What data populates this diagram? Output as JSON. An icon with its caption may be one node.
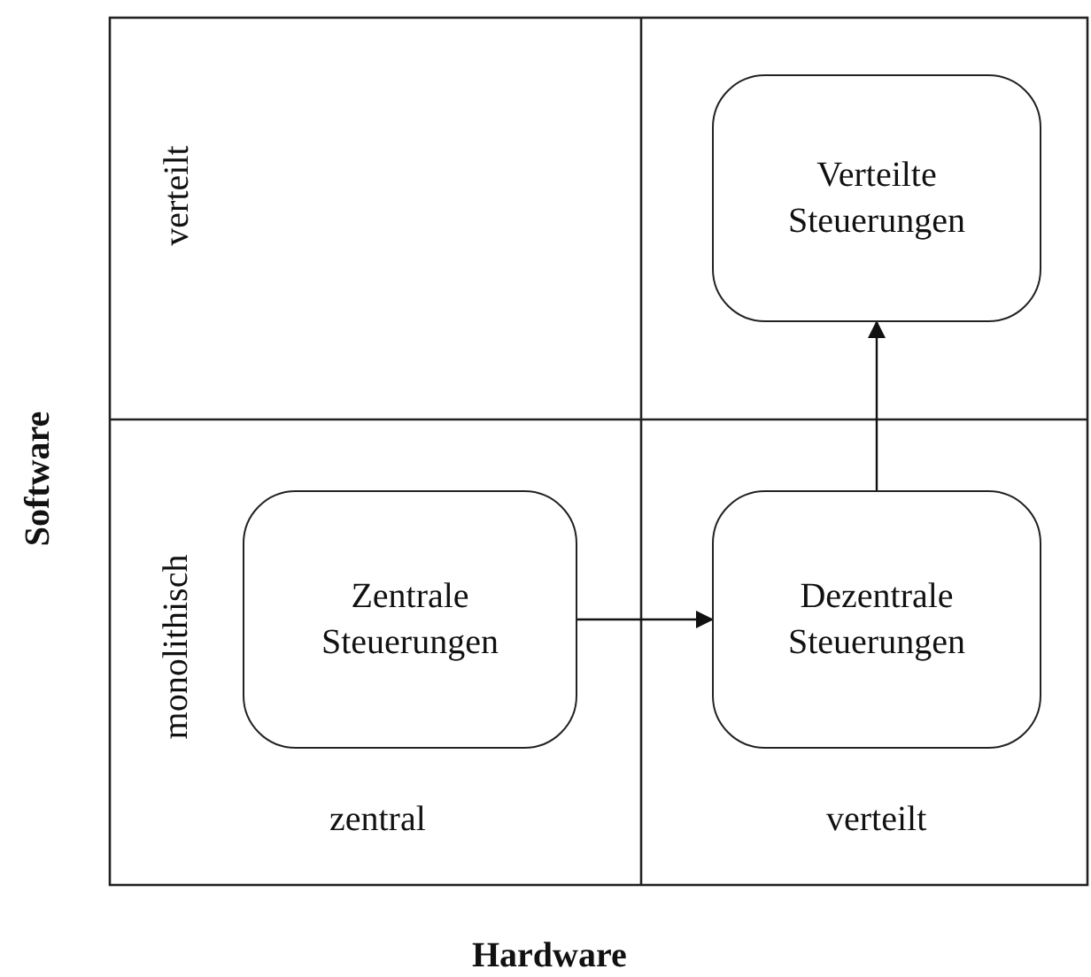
{
  "diagram": {
    "nodes": [
      {
        "text": [
          "Verteilte Steuerungen"
        ]
      },
      {
        "text": [
          "Zentrale Steuerungen"
        ]
      },
      {
        "text": [
          "Dezentrale Steuerungen"
        ]
      }
    ],
    "edges": [
      {
        "from": 1,
        "to": 2,
        "arrow": "to"
      },
      {
        "from": 2,
        "to": 0,
        "arrow": "to"
      }
    ],
    "labels": [
      "Software",
      "verteilt",
      "monolithisch",
      "zentral",
      "verteilt",
      "Hardware"
    ]
  }
}
